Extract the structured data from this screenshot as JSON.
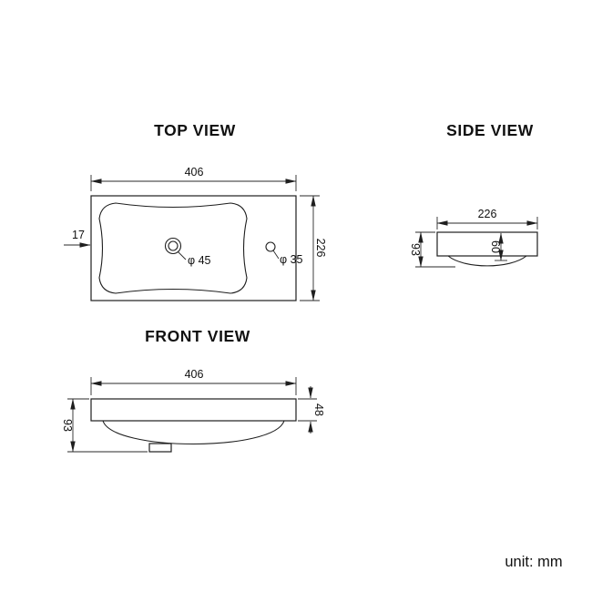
{
  "page": {
    "unit_label": "unit: mm"
  },
  "views": {
    "top": {
      "title": "TOP VIEW",
      "dim_width": "406",
      "dim_depth": "226",
      "dim_edge_offset": "17",
      "dim_faucet_hole": "φ 45",
      "dim_overflow_hole": "φ 35"
    },
    "side": {
      "title": "SIDE VIEW",
      "dim_width": "226",
      "dim_height": "93",
      "dim_bowl_depth": "60"
    },
    "front": {
      "title": "FRONT VIEW",
      "dim_width": "406",
      "dim_rim_height": "48",
      "dim_height": "93"
    }
  }
}
